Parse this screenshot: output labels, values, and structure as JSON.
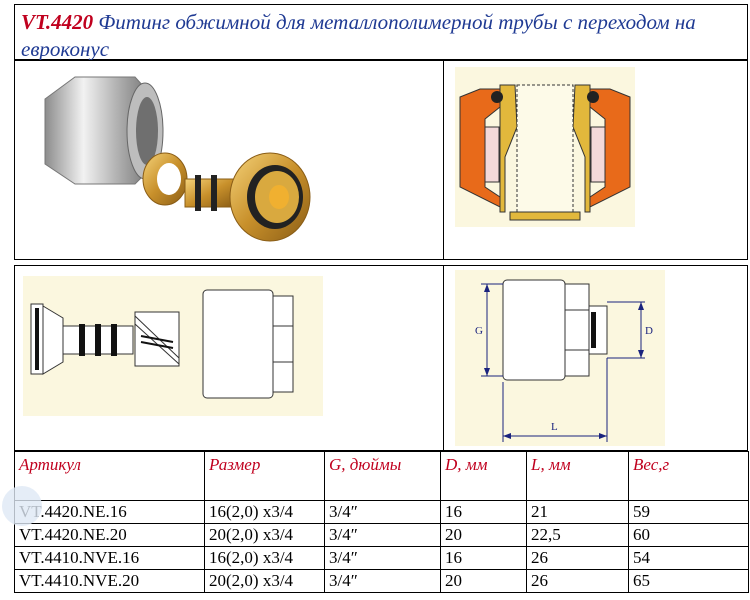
{
  "title": {
    "code": "VT.4420",
    "text": " Фитинг обжимной для металлополимерной трубы с переходом на евроконус"
  },
  "colors": {
    "title_text": "#1f3a93",
    "code": "#c0001e",
    "header_text": "#c0001e",
    "brass": "#d9a93f",
    "nickel": "#c9c9c9",
    "seal": "#e86a1a"
  },
  "table": {
    "headers": [
      "Артикул",
      "Размер",
      "G, дюймы",
      "D, мм",
      "L, мм",
      "Вес,г"
    ],
    "rows": [
      [
        "VT.4420.NE.16",
        "16(2,0) x3/4",
        "3/4″",
        "16",
        "21",
        "59"
      ],
      [
        "VT.4420.NE.20",
        "20(2,0) x3/4",
        "3/4″",
        "20",
        "22,5",
        "60"
      ],
      [
        "VT.4410.NVE.16",
        "16(2,0) x3/4",
        "3/4″",
        "16",
        "26",
        "54"
      ],
      [
        "VT.4410.NVE.20",
        "20(2,0) x3/4",
        "3/4″",
        "20",
        "26",
        "65"
      ]
    ]
  },
  "dimension_labels": {
    "g": "G",
    "d": "D",
    "l": "L"
  }
}
